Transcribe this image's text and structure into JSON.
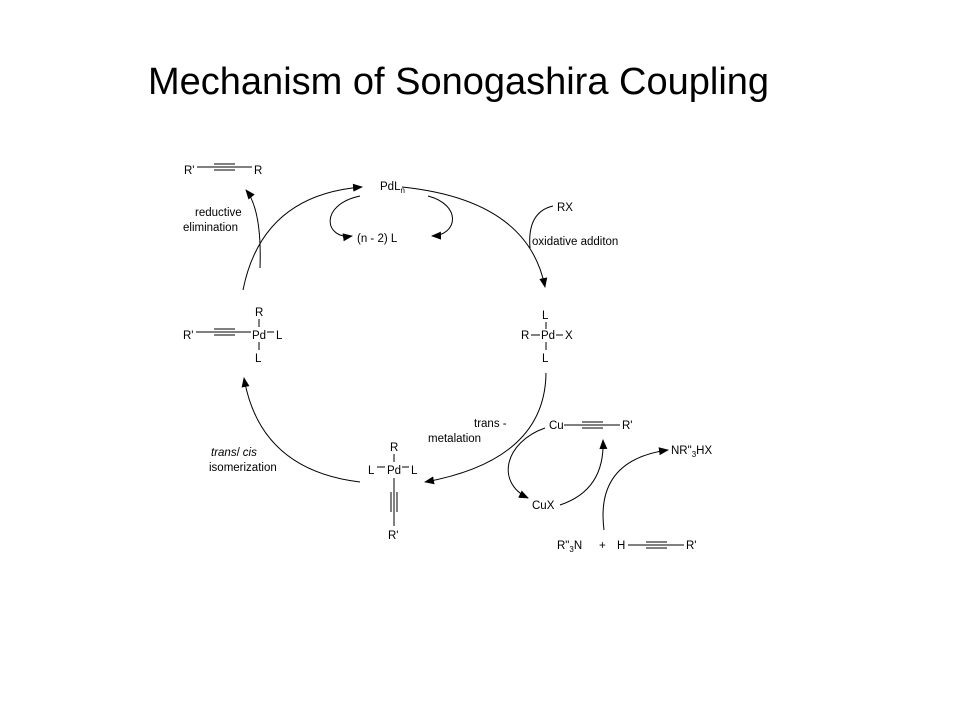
{
  "title": "Mechanism of Sonogashira Coupling",
  "species": {
    "pd0": "PdL",
    "pd0_sub": "n",
    "ligand_loss": "(n - 2) L",
    "rx": "RX",
    "oa_R": "R",
    "oa_Pd": "Pd",
    "oa_X": "X",
    "L": "L",
    "product_left": "R'",
    "product_right": "R",
    "re_Rp": "R'",
    "re_Pd": "Pd",
    "re_L": "L",
    "re_R": "R",
    "tm_Pd": "Pd",
    "tm_L": "L",
    "tm_R": "R",
    "tm_Rp": "R'",
    "cu_cu": "Cu",
    "cu_Rp": "R'",
    "cux": "CuX",
    "ammonium": "NR\"",
    "ammonium_sub": "3",
    "ammonium_end": "HX",
    "amine": "R\"",
    "amine_sub": "3",
    "amine_end": "N",
    "plus": "+",
    "alkyne_H": "H",
    "alkyne_Rp": "R'"
  },
  "labels": {
    "reductive": "reductive",
    "elimination": "elimination",
    "oxidative": "oxidative additon",
    "trans": "trans -",
    "metalation": "metalation",
    "trans_cis_a": "trans",
    "trans_cis_b": "/",
    "trans_cis_c": "cis",
    "isomerization": "isomerization"
  },
  "colors": {
    "ink": "#000000",
    "background": "#ffffff"
  }
}
